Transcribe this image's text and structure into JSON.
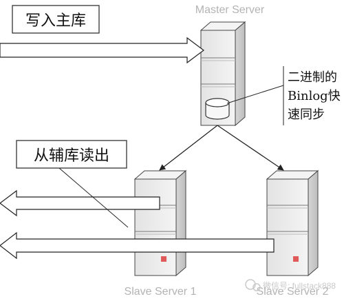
{
  "labels": {
    "write_master": "写入主库",
    "read_slave": "从辅库读出",
    "binlog_note": [
      "二进制的",
      "Binlog快",
      "速同步"
    ]
  },
  "servers": {
    "master": "Master Server",
    "slave1": "Slave Server 1",
    "slave2": "Slave Server 2"
  },
  "watermark": "微信号: fullstack888",
  "colors": {
    "server_face": "#ececec",
    "server_side": "#cfcfcf",
    "server_top": "#f6f6f6",
    "led": "#e05a5a",
    "line": "#222222",
    "label_gray": "#b3b3b3"
  }
}
